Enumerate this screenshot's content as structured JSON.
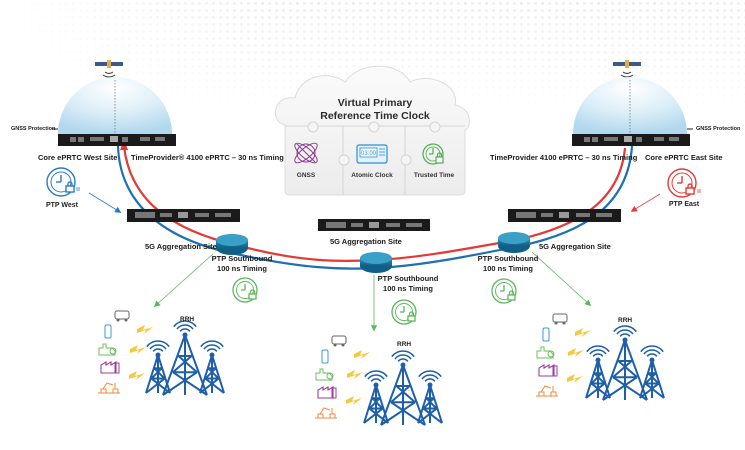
{
  "title": "Virtual Primary Reference Time Clock",
  "cloud": {
    "title_line1": "Virtual Primary",
    "title_line2": "Reference Time Clock",
    "pieces": [
      {
        "label": "GNSS",
        "icon": "satellite-orbit-icon",
        "color": "#8b3a8b"
      },
      {
        "label": "Atomic Clock",
        "icon": "atomic-clock-icon",
        "color": "#2b8fd6",
        "display": "03:00"
      },
      {
        "label": "Trusted Time",
        "icon": "trusted-time-clock-lock-icon",
        "color": "#4caf50"
      }
    ]
  },
  "west_site": {
    "gnss_protection": "GNSS Protection",
    "site_label": "Core ePRTC West Site",
    "device_label": "TimeProvider® 4100 ePRTC – 30 ns Timing",
    "ptp_label": "PTP West",
    "ptp_color": "#2b7bc0"
  },
  "east_site": {
    "gnss_protection": "GNSS Protection",
    "site_label": "Core ePRTC East Site",
    "device_label": "TimeProvider 4100 ePRTC – 30 ns Timing",
    "ptp_label": "PTP East",
    "ptp_color": "#e53935"
  },
  "aggregation": {
    "west": {
      "label": "5G Aggregation Site",
      "ptp_line1": "PTP Southbound",
      "ptp_line2": "100 ns Timing"
    },
    "center": {
      "label": "5G Aggregation Site",
      "ptp_line1": "PTP Southbound",
      "ptp_line2": "100 ns Timing"
    },
    "east": {
      "label": "5G Aggregation Site",
      "ptp_line1": "PTP Southbound",
      "ptp_line2": "100 ns Timing"
    }
  },
  "rrh": {
    "label": "RRH",
    "endpoints": [
      "autonomous-car",
      "smartphone",
      "smart-factory",
      "industrial-plant",
      "robotic-arms"
    ]
  },
  "colors": {
    "ring_red": "#e53935",
    "ring_blue": "#1f6fb5",
    "ptp_green": "#5cb85c",
    "tower_blue": "#1f5fa8",
    "lightning": "#f5c842"
  }
}
